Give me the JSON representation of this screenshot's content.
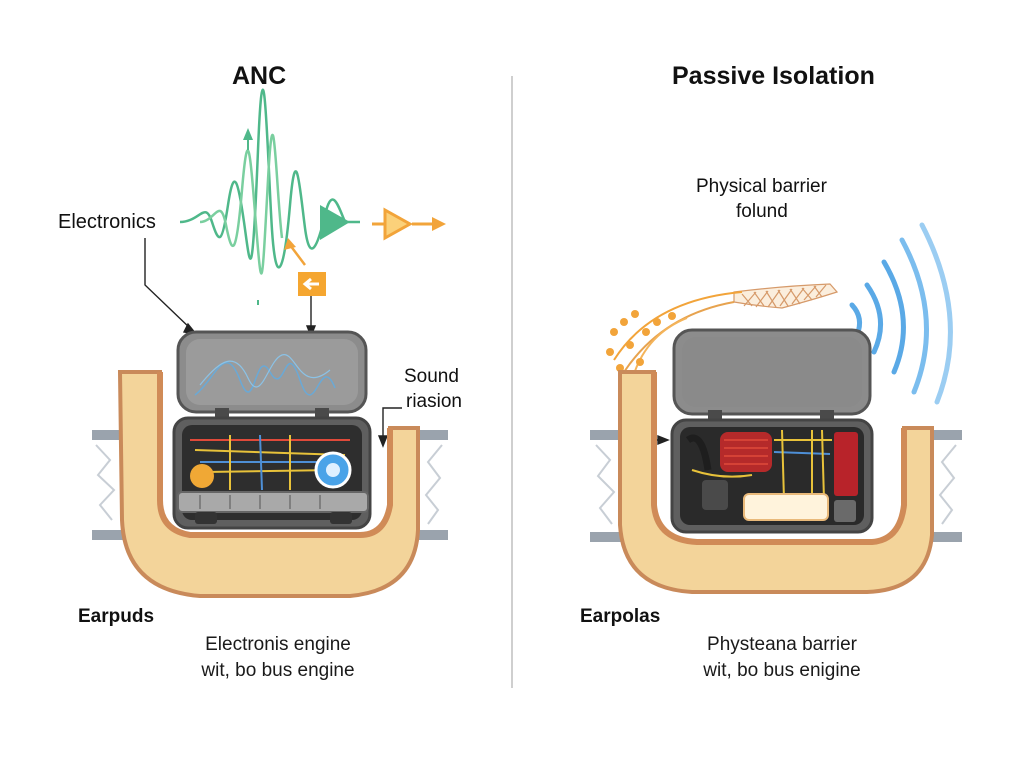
{
  "anc": {
    "title": "ANC",
    "electronics_label": "Electronics",
    "sound_label_line1": "Sound",
    "sound_label_line2": "riasion",
    "earbuds_label": "Earpuds",
    "caption_line1": "Electronis engine",
    "caption_line2": "wit, bo bus engine"
  },
  "passive": {
    "title": "Passive Isolation",
    "barrier_label_line1": "Physical barrier",
    "barrier_label_line2": "folund",
    "earbuds_label": "Earpolas",
    "caption_line1": "Physteana barrier",
    "caption_line2": "wit, bo bus enigine"
  },
  "colors": {
    "foam": "#f3d49a",
    "foam_edge": "#c98a5a",
    "case": "#8e8e8e",
    "wave_green": "#4fb88a",
    "arrow_orange": "#f2a43a",
    "wave_blue": "#5aa9e6"
  }
}
